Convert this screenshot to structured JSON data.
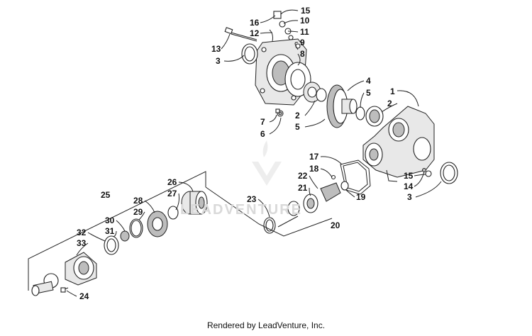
{
  "diagram": {
    "callouts": [
      "1",
      "2",
      "3",
      "4",
      "5",
      "6",
      "7",
      "8",
      "9",
      "10",
      "11",
      "12",
      "13",
      "14",
      "15",
      "16",
      "17",
      "18",
      "19",
      "20",
      "21",
      "22",
      "23",
      "24",
      "25",
      "26",
      "27",
      "28",
      "29",
      "30",
      "31",
      "32",
      "33"
    ]
  },
  "watermark": "LEADVENTURE",
  "footer": "Rendered by LeadVenture, Inc."
}
